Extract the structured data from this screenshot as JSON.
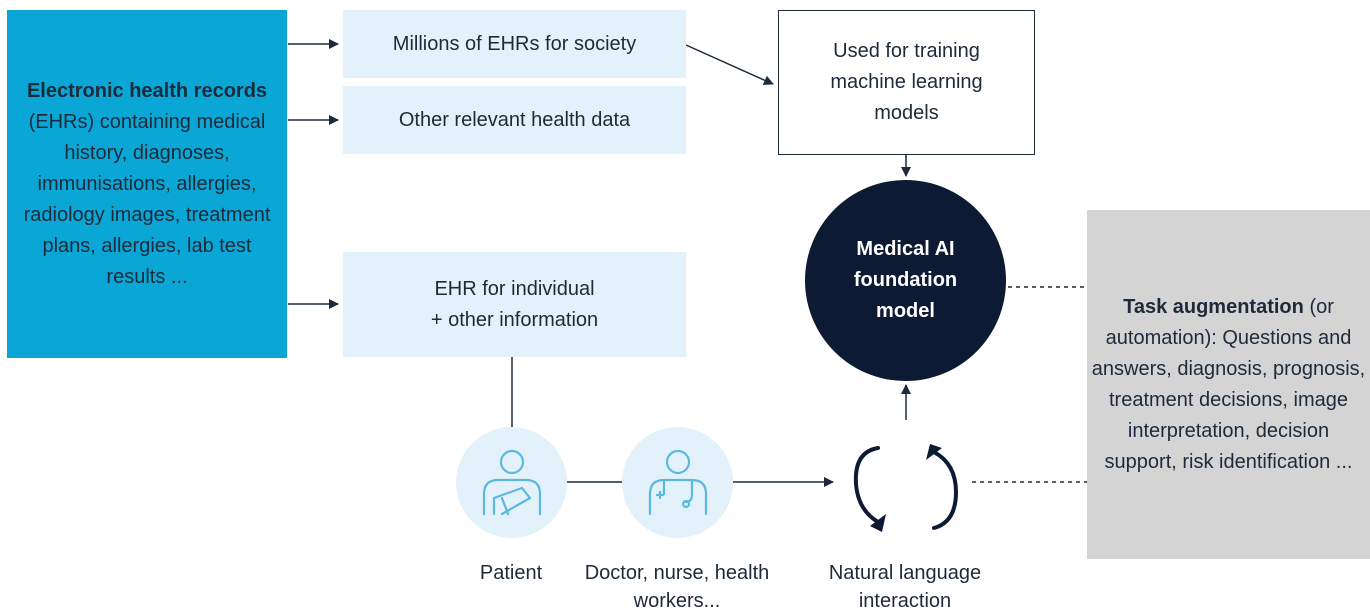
{
  "ehr": {
    "title": "Electronic health records",
    "abbrev": " (EHRs)",
    "body": "containing medical history, diagnoses, immunisations, allergies, radiology images, treatment plans, allergies, lab test results ..."
  },
  "millions": "Millions of EHRs for society",
  "other_data": "Other relevant health data",
  "individual": {
    "line1": "EHR for individual",
    "line2": "+ other information"
  },
  "training": "Used for training machine learning models",
  "ai_model": "Medical AI foundation model",
  "task": {
    "title": "Task augmentation",
    "body": "(or automation): Questions and answers, diagnosis, prognosis, treatment decisions, image interpretation, decision support, risk identification ..."
  },
  "patient_label": "Patient",
  "doctor_label": "Doctor, nurse, health workers...",
  "nl_label": "Natural language interaction",
  "icons": {
    "patient": "patient-icon",
    "doctor": "doctor-icon",
    "cycle": "cycle-arrows-icon"
  },
  "colors": {
    "ehr_box": "#0aa7d6",
    "light_box": "#e3f2fa",
    "ai_circle": "#0c1a33",
    "task_box": "#d4d4d4",
    "icon_stroke": "#5bb8e0",
    "line": "#1d2a3a"
  }
}
